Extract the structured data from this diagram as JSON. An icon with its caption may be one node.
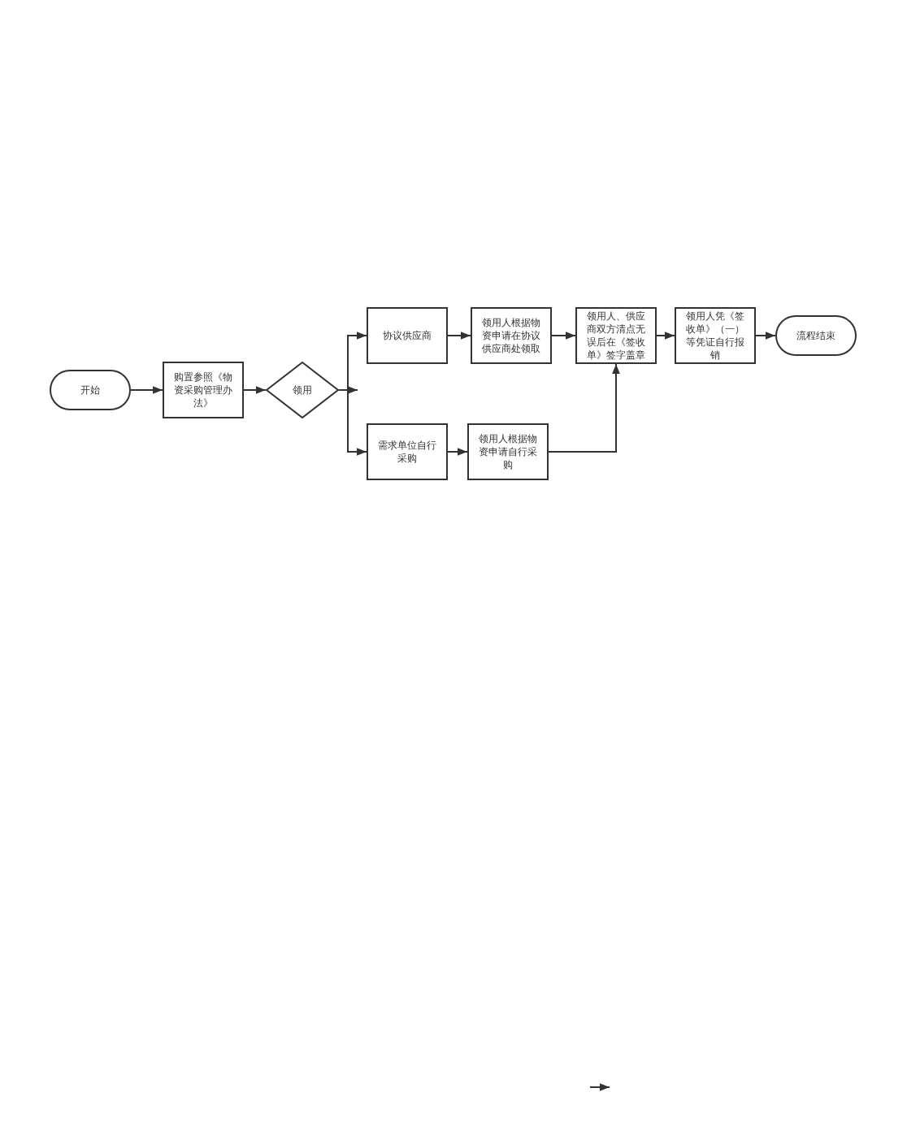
{
  "diagram": {
    "nodes": [
      {
        "text": [
          "开始"
        ]
      },
      {
        "text": [
          "购置参照《物资采购管理办法》"
        ]
      },
      {
        "text": [
          "领用"
        ]
      },
      {
        "text": [
          "协议供应商"
        ]
      },
      {
        "text": [
          "领用人根据物资申请在协议供应商处领取"
        ]
      },
      {
        "text": [
          "领用人、供应商双方清点无误后在《签收单》签字盖章"
        ]
      },
      {
        "text": [
          "领用人凭《签收单》（一）等凭证自行报销"
        ]
      },
      {
        "text": [
          "流程结束"
        ]
      },
      {
        "text": [
          "需求单位自行采购"
        ]
      },
      {
        "text": [
          "领用人根据物资申请自行采购"
        ]
      }
    ],
    "edges": [
      {
        "from": 0,
        "to": 1,
        "arrow": "to"
      },
      {
        "from": 1,
        "to": 2,
        "arrow": "to"
      },
      {
        "from": 2,
        "to": 3,
        "arrow": "to"
      },
      {
        "from": 2,
        "to": null,
        "arrow": "to"
      },
      {
        "from": 2,
        "to": 8,
        "arrow": "to"
      },
      {
        "from": 3,
        "to": 4,
        "arrow": "to"
      },
      {
        "from": 4,
        "to": 5,
        "arrow": "to"
      },
      {
        "from": 5,
        "to": 6,
        "arrow": "to"
      },
      {
        "from": 6,
        "to": 7,
        "arrow": "to"
      },
      {
        "from": 8,
        "to": 9,
        "arrow": "to"
      },
      {
        "from": 9,
        "to": 5,
        "arrow": "to"
      }
    ]
  }
}
